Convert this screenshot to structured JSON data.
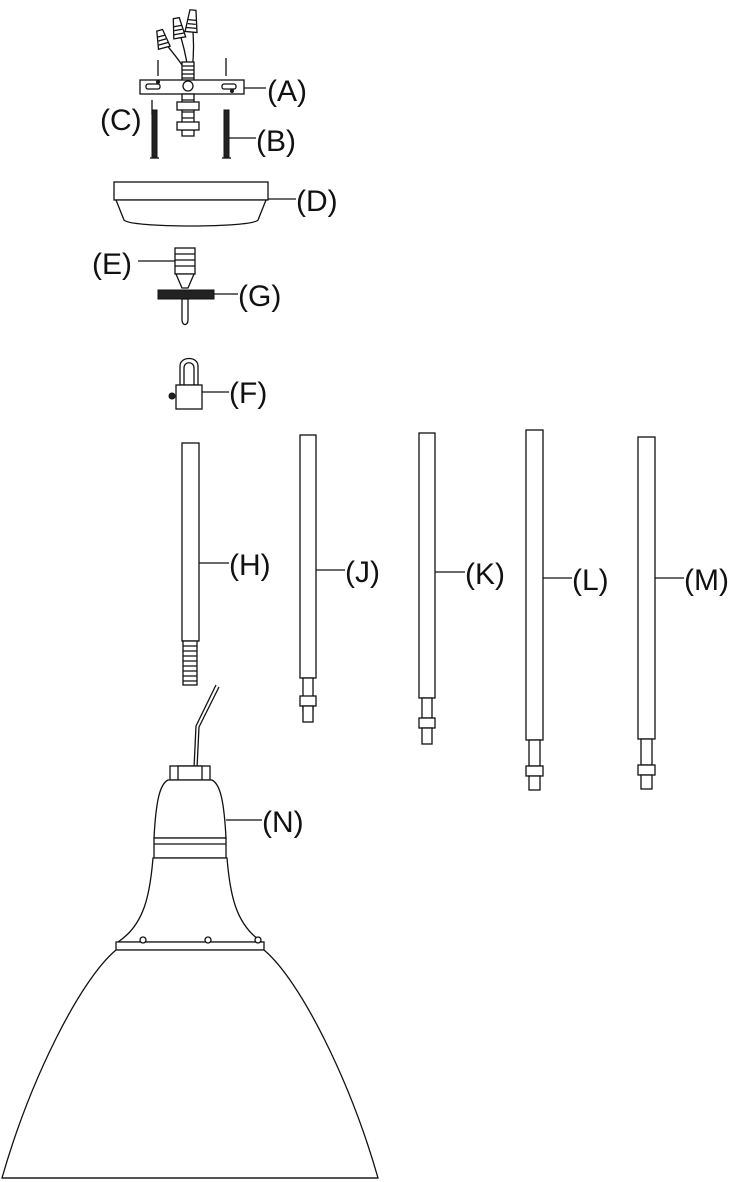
{
  "parts": [
    {
      "id": "A",
      "label": "(A)"
    },
    {
      "id": "B",
      "label": "(B)"
    },
    {
      "id": "C",
      "label": "(C)"
    },
    {
      "id": "D",
      "label": "(D)"
    },
    {
      "id": "E",
      "label": "(E)"
    },
    {
      "id": "G",
      "label": "(G)"
    },
    {
      "id": "F",
      "label": "(F)"
    },
    {
      "id": "H",
      "label": "(H)"
    },
    {
      "id": "J",
      "label": "(J)"
    },
    {
      "id": "K",
      "label": "(K)"
    },
    {
      "id": "L",
      "label": "(L)"
    },
    {
      "id": "M",
      "label": "(M)"
    },
    {
      "id": "N",
      "label": "(N)"
    }
  ]
}
